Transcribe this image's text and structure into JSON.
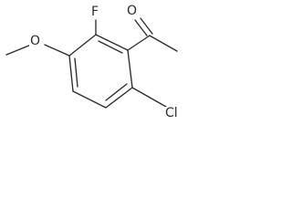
{
  "atoms": {
    "keto_oxygen": "O",
    "fluorine": "F",
    "methoxy_oxygen": "O",
    "chlorine": "Cl"
  },
  "colors": {
    "ink": "#2b2b2b",
    "background": "#ffffff"
  }
}
